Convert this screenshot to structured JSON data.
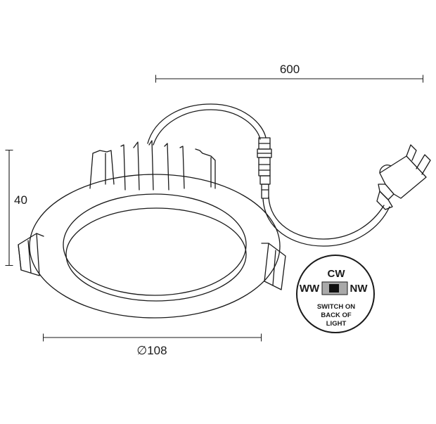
{
  "dimensions": {
    "cable_length": "600",
    "height": "40",
    "diameter": "∅108"
  },
  "switch": {
    "top_label": "CW",
    "left_label": "WW",
    "right_label": "NW",
    "note_line1": "SWITCH ON",
    "note_line2": "BACK OF",
    "note_line3": "LIGHT"
  },
  "colors": {
    "line": "#1a1a1a",
    "switch_body": "#a9a9a9",
    "switch_knob": "#111111"
  }
}
